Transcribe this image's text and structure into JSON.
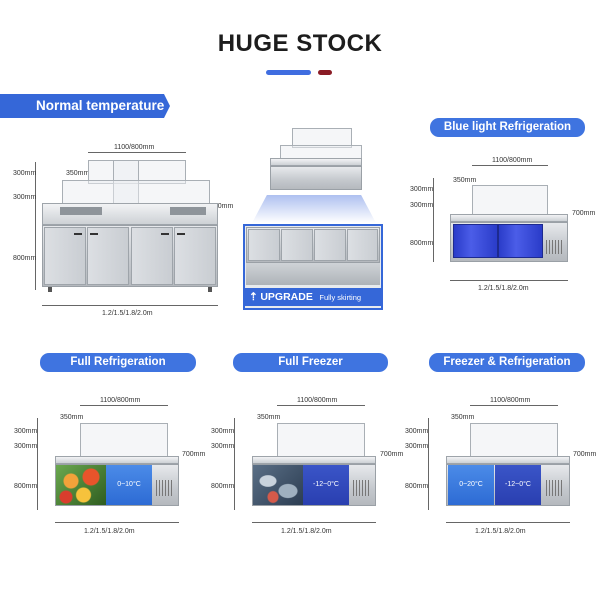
{
  "header": {
    "title": "HUGE STOCK"
  },
  "sections": {
    "normal": {
      "label": "Normal temperature"
    },
    "blue_light": {
      "label": "Blue light Refrigeration"
    },
    "full_refrigeration": {
      "label": "Full Refrigeration"
    },
    "full_freezer": {
      "label": "Full Freezer"
    },
    "freezer_refrigeration": {
      "label": "Freezer & Refrigeration"
    }
  },
  "upgrade": {
    "title": "UPGRADE",
    "subtitle": "Fully skirting board"
  },
  "dimensions": {
    "top_width": "1100/800mm",
    "shelf_offset": "350mm",
    "shelf_height": "300mm",
    "shelf_gap": "300mm",
    "depth": "700mm",
    "body_height": "800mm",
    "lengths": "1.2/1.5/1.8/2.0m"
  },
  "temps": {
    "fridge": "0~10°C",
    "freezer": "-12~0°C",
    "dual_fridge": "0~20°C",
    "dual_freezer": "-12~0°C"
  },
  "colors": {
    "accent": "#3567d8",
    "underline_red": "#8a1b25",
    "title": "#1d1d1d"
  }
}
